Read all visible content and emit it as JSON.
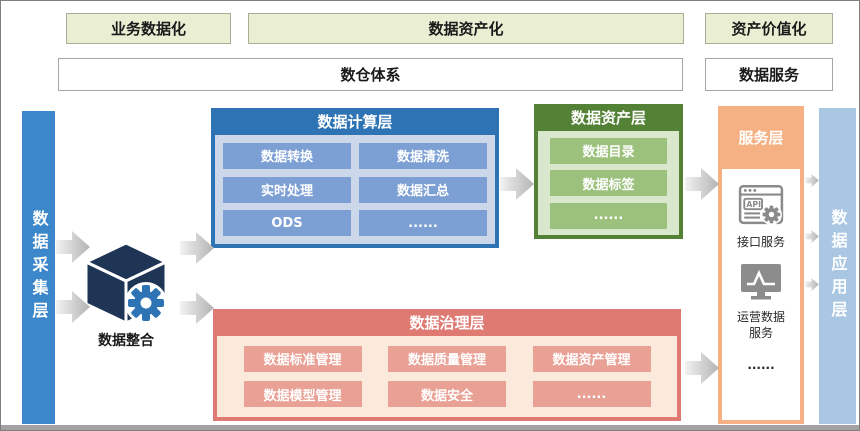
{
  "phases": {
    "biz": "业务数据化",
    "asset": "数据资产化",
    "value": "资产价值化"
  },
  "systems": {
    "warehouse": "数仓体系",
    "service": "数据服务"
  },
  "collection_bar": {
    "label": "数据采集层"
  },
  "application_bar": {
    "label": "数据应用层"
  },
  "integration": {
    "label": "数据整合",
    "icon": "cube-gear-icon"
  },
  "compute_layer": {
    "title": "数据计算层",
    "cells": [
      "数据转换",
      "数据清洗",
      "实时处理",
      "数据汇总",
      "ODS",
      "......"
    ]
  },
  "asset_layer": {
    "title": "数据资产层",
    "cells": [
      "数据目录",
      "数据标签",
      "......"
    ]
  },
  "governance_layer": {
    "title": "数据治理层",
    "cells": [
      "数据标准管理",
      "数据质量管理",
      "数据资产管理",
      "数据模型管理",
      "数据安全",
      "......"
    ]
  },
  "service_layer": {
    "title": "服务层",
    "items": [
      {
        "icon": "api-icon",
        "label": "接口服务"
      },
      {
        "icon": "monitor-chart-icon",
        "label": "运营数据服务"
      },
      {
        "icon": "",
        "label": "......"
      }
    ]
  },
  "colors": {
    "phase_fill": "#eaefd3",
    "collection_blue": "#3b87c9",
    "application_blue": "#a9c7e3",
    "compute_blue": "#2e74b5",
    "compute_cell": "#7da0d4",
    "asset_green": "#538135",
    "asset_cell": "#9cc17d",
    "governance_red": "#de7a72",
    "governance_cell": "#e9a095",
    "service_orange": "#f5b183",
    "cube_navy": "#1e3556",
    "gear_blue": "#2e74b5"
  }
}
